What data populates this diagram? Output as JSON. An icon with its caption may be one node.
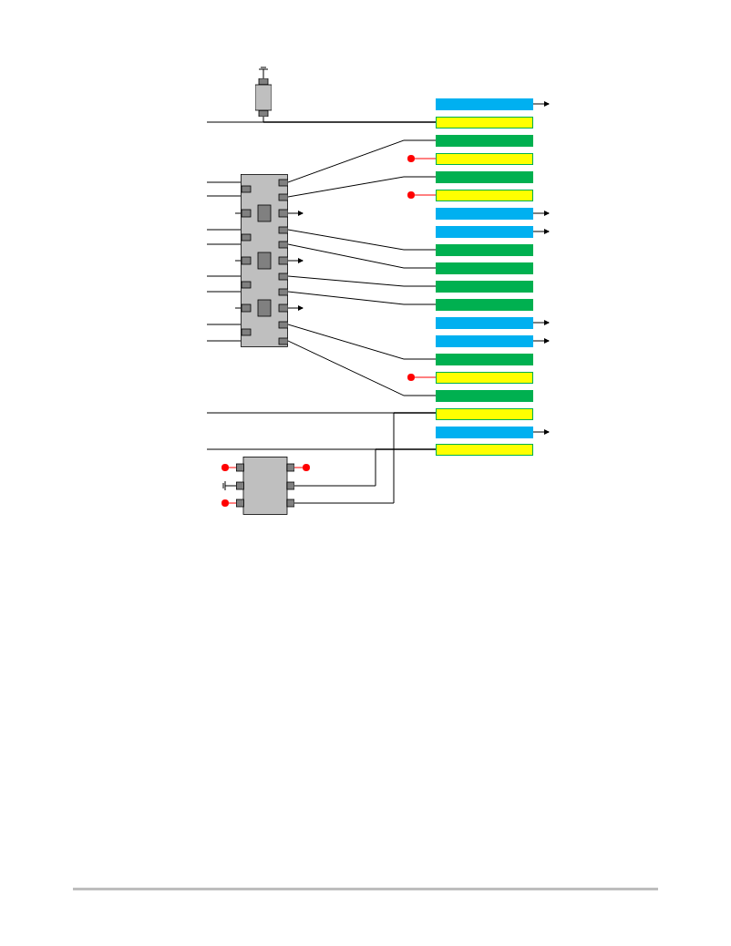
{
  "diagram": {
    "nodes": [
      {
        "text": [],
        "shape": "box"
      },
      {
        "text": [],
        "shape": "box"
      },
      {
        "text": [],
        "shape": "box"
      },
      {
        "text": [],
        "shape": "bar"
      },
      {
        "text": [],
        "shape": "bar"
      },
      {
        "text": [],
        "shape": "bar"
      },
      {
        "text": [],
        "shape": "bar"
      },
      {
        "text": [],
        "shape": "bar"
      },
      {
        "text": [],
        "shape": "bar"
      },
      {
        "text": [],
        "shape": "bar"
      },
      {
        "text": [],
        "shape": "bar"
      },
      {
        "text": [],
        "shape": "bar"
      },
      {
        "text": [],
        "shape": "bar"
      },
      {
        "text": [],
        "shape": "bar"
      },
      {
        "text": [],
        "shape": "bar"
      },
      {
        "text": [],
        "shape": "bar"
      },
      {
        "text": [],
        "shape": "bar"
      },
      {
        "text": [],
        "shape": "bar"
      },
      {
        "text": [],
        "shape": "bar"
      },
      {
        "text": [],
        "shape": "bar"
      },
      {
        "text": [],
        "shape": "bar"
      },
      {
        "text": [],
        "shape": "bar"
      },
      {
        "text": [],
        "shape": "bar"
      },
      {
        "text": [],
        "shape": "circle"
      },
      {
        "text": [],
        "shape": "circle"
      },
      {
        "text": [],
        "shape": "circle"
      },
      {
        "text": [],
        "shape": "circle"
      },
      {
        "text": [],
        "shape": "circle"
      },
      {
        "text": [],
        "shape": "circle"
      }
    ],
    "edges": [
      {
        "from": 0,
        "to": 4,
        "arrow": "none"
      },
      {
        "from": null,
        "to": 4,
        "arrow": "none"
      },
      {
        "from": 1,
        "to": 5,
        "arrow": "none"
      },
      {
        "from": 1,
        "to": 7,
        "arrow": "none"
      },
      {
        "from": 1,
        "to": 11,
        "arrow": "none"
      },
      {
        "from": 1,
        "to": 12,
        "arrow": "none"
      },
      {
        "from": 1,
        "to": 13,
        "arrow": "none"
      },
      {
        "from": 1,
        "to": 14,
        "arrow": "none"
      },
      {
        "from": 1,
        "to": 17,
        "arrow": "none"
      },
      {
        "from": 1,
        "to": 19,
        "arrow": "none"
      },
      {
        "from": null,
        "to": 1,
        "arrow": "none"
      },
      {
        "from": null,
        "to": 1,
        "arrow": "none"
      },
      {
        "from": null,
        "to": 1,
        "arrow": "none"
      },
      {
        "from": null,
        "to": 1,
        "arrow": "none"
      },
      {
        "from": null,
        "to": 1,
        "arrow": "none"
      },
      {
        "from": null,
        "to": 1,
        "arrow": "none"
      },
      {
        "from": null,
        "to": 1,
        "arrow": "none"
      },
      {
        "from": null,
        "to": 1,
        "arrow": "none"
      },
      {
        "from": 1,
        "to": null,
        "arrow": "to"
      },
      {
        "from": 1,
        "to": null,
        "arrow": "to"
      },
      {
        "from": 1,
        "to": null,
        "arrow": "to"
      },
      {
        "from": 23,
        "to": 6,
        "arrow": "none",
        "color": "#ff0000"
      },
      {
        "from": 24,
        "to": 8,
        "arrow": "none",
        "color": "#ff0000"
      },
      {
        "from": 25,
        "to": 18,
        "arrow": "none",
        "color": "#ff0000"
      },
      {
        "from": 3,
        "to": null,
        "arrow": "to"
      },
      {
        "from": 9,
        "to": null,
        "arrow": "to"
      },
      {
        "from": 10,
        "to": null,
        "arrow": "to"
      },
      {
        "from": 15,
        "to": null,
        "arrow": "to"
      },
      {
        "from": 16,
        "to": null,
        "arrow": "to"
      },
      {
        "from": 21,
        "to": null,
        "arrow": "to"
      },
      {
        "from": null,
        "to": 20,
        "arrow": "none"
      },
      {
        "from": 2,
        "to": 20,
        "arrow": "none"
      },
      {
        "from": null,
        "to": 22,
        "arrow": "none"
      },
      {
        "from": 2,
        "to": 22,
        "arrow": "none"
      },
      {
        "from": 26,
        "to": 2,
        "arrow": "none",
        "color": "#ff0000"
      },
      {
        "from": 2,
        "to": 27,
        "arrow": "none",
        "color": "#ff0000"
      },
      {
        "from": 28,
        "to": 2,
        "arrow": "none",
        "color": "#ff0000"
      }
    ]
  }
}
